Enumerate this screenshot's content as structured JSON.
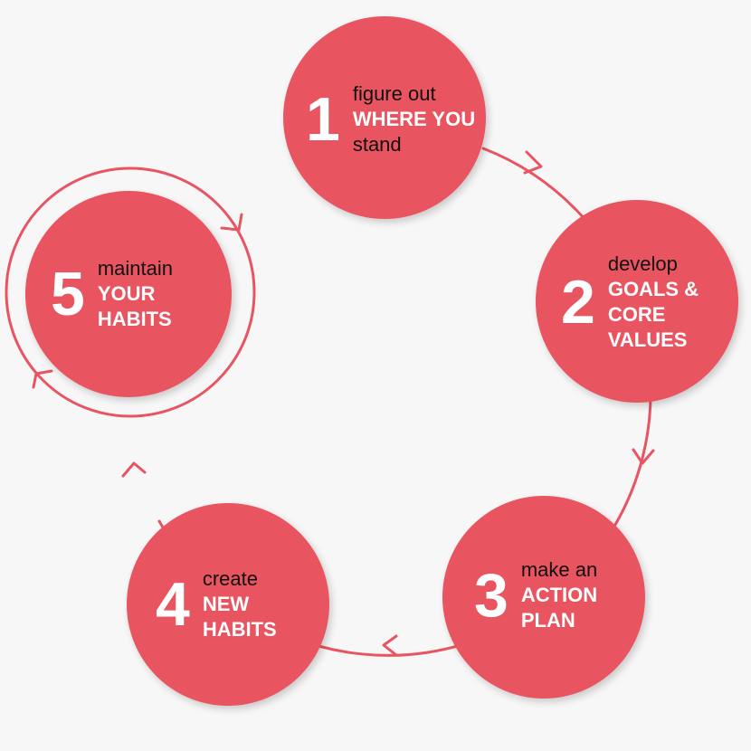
{
  "colors": {
    "accent": "#e85461",
    "background": "#f7f7f7"
  },
  "steps": [
    {
      "number": "1",
      "lead": "figure out",
      "emphasis_lines": [
        "WHERE YOU"
      ],
      "tail": "stand"
    },
    {
      "number": "2",
      "lead": "develop",
      "emphasis_lines": [
        "GOALS &",
        "CORE",
        "VALUES"
      ]
    },
    {
      "number": "3",
      "lead": "make an",
      "emphasis_lines": [
        "ACTION",
        "PLAN"
      ]
    },
    {
      "number": "4",
      "lead": "create",
      "emphasis_lines": [
        "NEW",
        "HABITS"
      ]
    },
    {
      "number": "5",
      "lead": "maintain",
      "emphasis_lines": [
        "YOUR",
        "HABITS"
      ]
    }
  ]
}
